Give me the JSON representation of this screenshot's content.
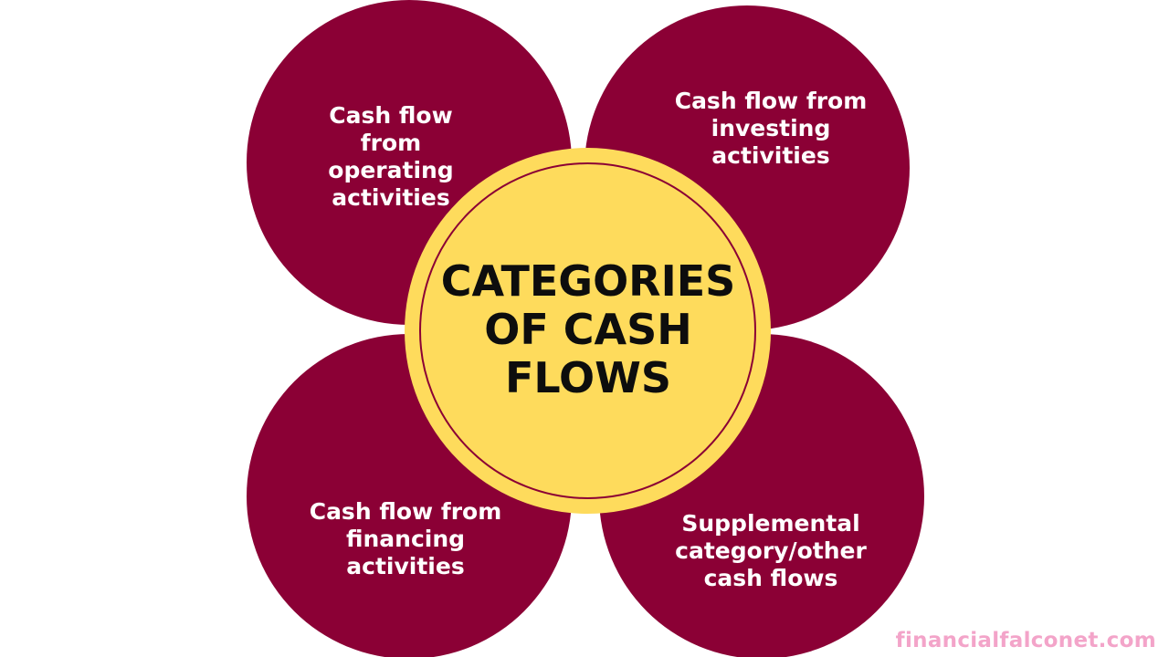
{
  "diagram": {
    "center_title": "CATEGORIES\nOF CASH\nFLOWS",
    "categories": [
      {
        "label": "Cash flow\nfrom\noperating\nactivities"
      },
      {
        "label": "Cash flow from\ninvesting\nactivities"
      },
      {
        "label": "Cash flow from\nfinancing\nactivities"
      },
      {
        "label": "Supplemental\ncategory/other\ncash flows"
      }
    ]
  },
  "watermark": "financialfalconet.com",
  "colors": {
    "petal": "#8b0035",
    "center": "#fedb5c",
    "center_text": "#0d0d0d",
    "petal_text": "#ffffff",
    "watermark": "#f3a4c9"
  }
}
